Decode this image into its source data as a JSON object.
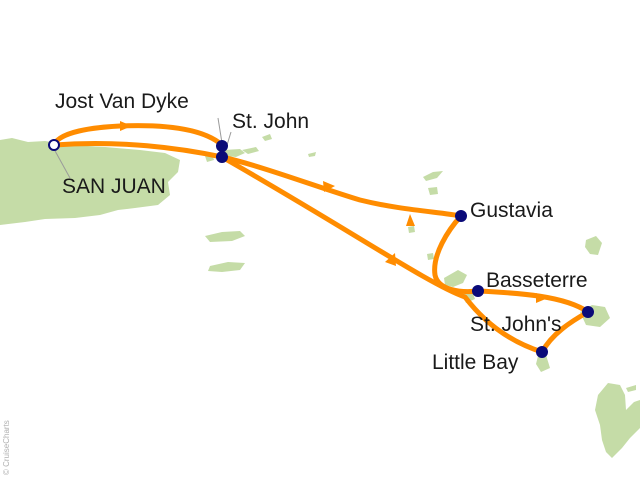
{
  "map": {
    "colors": {
      "sea": "#ffffff",
      "land": "#c5dca7",
      "route": "#ff8c00",
      "port": "#0a0a78",
      "leader": "#9a9a9a"
    },
    "ports": {
      "san_juan": "SAN JUAN",
      "jost_van_dyke": "Jost Van Dyke",
      "st_john": "St. John",
      "gustavia": "Gustavia",
      "basseterre": "Basseterre",
      "st_johns": "St. John's",
      "little_bay": "Little Bay"
    },
    "credit": "© CruiseCharts"
  }
}
